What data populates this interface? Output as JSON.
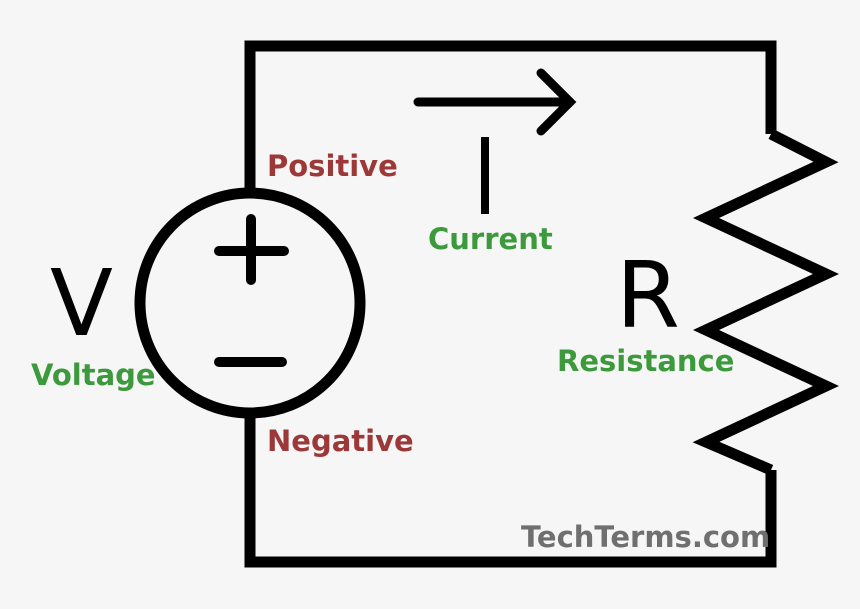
{
  "diagram": {
    "source": {
      "symbol": "V",
      "caption": "Voltage",
      "positive_terminal": "Positive",
      "negative_terminal": "Negative"
    },
    "current": {
      "symbol": "I",
      "caption": "Current"
    },
    "resistor": {
      "symbol": "R",
      "caption": "Resistance"
    },
    "watermark": "TechTerms.com",
    "colors": {
      "wire": "#000000",
      "terminal_label": "#9c3838",
      "quantity_label": "#3c9a3c",
      "watermark": "#6f6f6f",
      "background": "#f6f6f6"
    }
  }
}
